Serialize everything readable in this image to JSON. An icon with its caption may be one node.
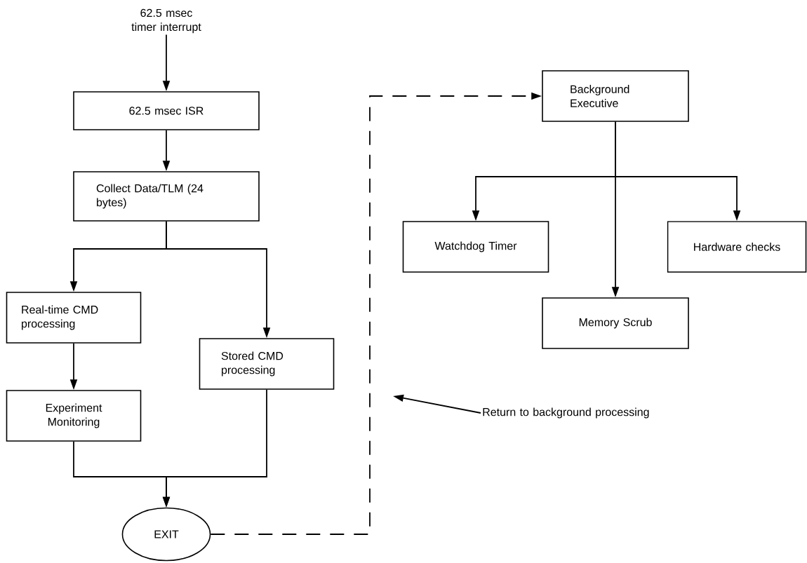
{
  "diagram": {
    "nodes": [
      {
        "text": [
          "62.5 msec timer interrupt"
        ]
      },
      {
        "text": [
          "62.5 msec ISR"
        ]
      },
      {
        "text": [
          "Collect Data/TLM (24 bytes)"
        ]
      },
      {
        "text": [
          "Real-time CMD processing"
        ]
      },
      {
        "text": [
          "Stored CMD processing"
        ]
      },
      {
        "text": [
          "Experiment Monitoring"
        ]
      },
      {
        "text": [
          "EXIT"
        ]
      },
      {
        "text": [
          "Background Executive"
        ]
      },
      {
        "text": [
          "Watchdog Timer"
        ]
      },
      {
        "text": [
          "Hardware checks"
        ]
      },
      {
        "text": [
          "Memory Scrub"
        ]
      },
      {
        "text": [
          "Return to background processing"
        ]
      }
    ],
    "edges": [
      {
        "from": 0,
        "to": 1,
        "arrow": "to"
      },
      {
        "from": 1,
        "to": 2,
        "arrow": "to"
      },
      {
        "from": 2,
        "to": 3,
        "arrow": "to"
      },
      {
        "from": 2,
        "to": 4,
        "arrow": "to"
      },
      {
        "from": 3,
        "to": 5,
        "arrow": "to"
      },
      {
        "from": 5,
        "to": 6,
        "arrow": "to"
      },
      {
        "from": 4,
        "to": 6,
        "arrow": "to"
      },
      {
        "from": 6,
        "to": 7,
        "arrow": "to",
        "style": "dashed"
      },
      {
        "from": 7,
        "to": 8,
        "arrow": "to"
      },
      {
        "from": 7,
        "to": 9,
        "arrow": "to"
      },
      {
        "from": 7,
        "to": 10,
        "arrow": "to"
      },
      {
        "from": 11,
        "to": null,
        "arrow": "to"
      }
    ]
  }
}
